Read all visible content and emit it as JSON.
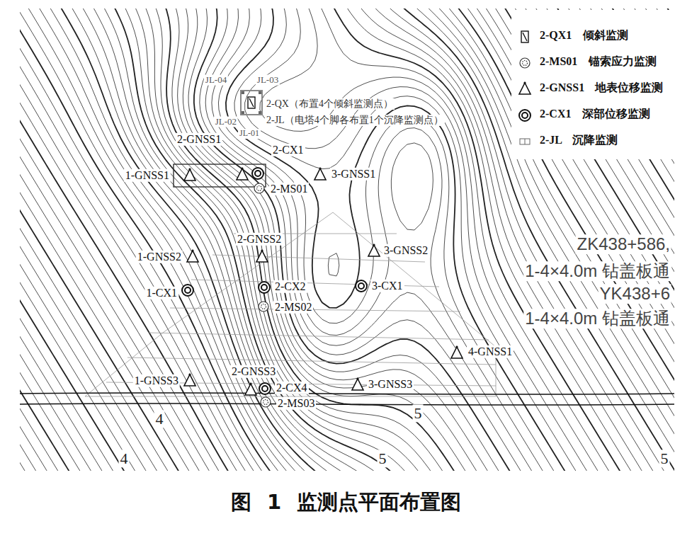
{
  "diagram": {
    "caption": "图 1 监测点平面布置图",
    "labels": [
      "JL-04",
      "JL-03",
      "JL-02",
      "JL-01",
      "2-QX（布置4个倾斜监测点）",
      "2-JL（电塔4个脚各布置1个沉降监测点）",
      "2-GNSS1",
      "2-CX1",
      "1-GNSS1",
      "3-GNSS1",
      "2-MS01",
      "2-GNSS2",
      "1-GNSS2",
      "3-GNSS2",
      "1-CX1",
      "2-CX2",
      "3-CX1",
      "2-MS02",
      "4-GNSS1",
      "1-GNSS3",
      "2-GNSS3",
      "2-CX4",
      "3-GNSS3",
      "2-MS03",
      "ZK438+586,",
      "1-4×4.0m 钻盖板通",
      "YK438+6",
      "1-4×4.0m 钻盖板通",
      "4",
      "4",
      "5",
      "5",
      "5"
    ],
    "legend": [
      {
        "text": "2-QX1 倾斜监测"
      },
      {
        "text": "2-MS01 锚索应力监测"
      },
      {
        "text": "2-GNSS1 地表位移监测"
      },
      {
        "text": "2-CX1 深部位移监测"
      },
      {
        "text": "2-JL 沉降监测"
      }
    ]
  }
}
